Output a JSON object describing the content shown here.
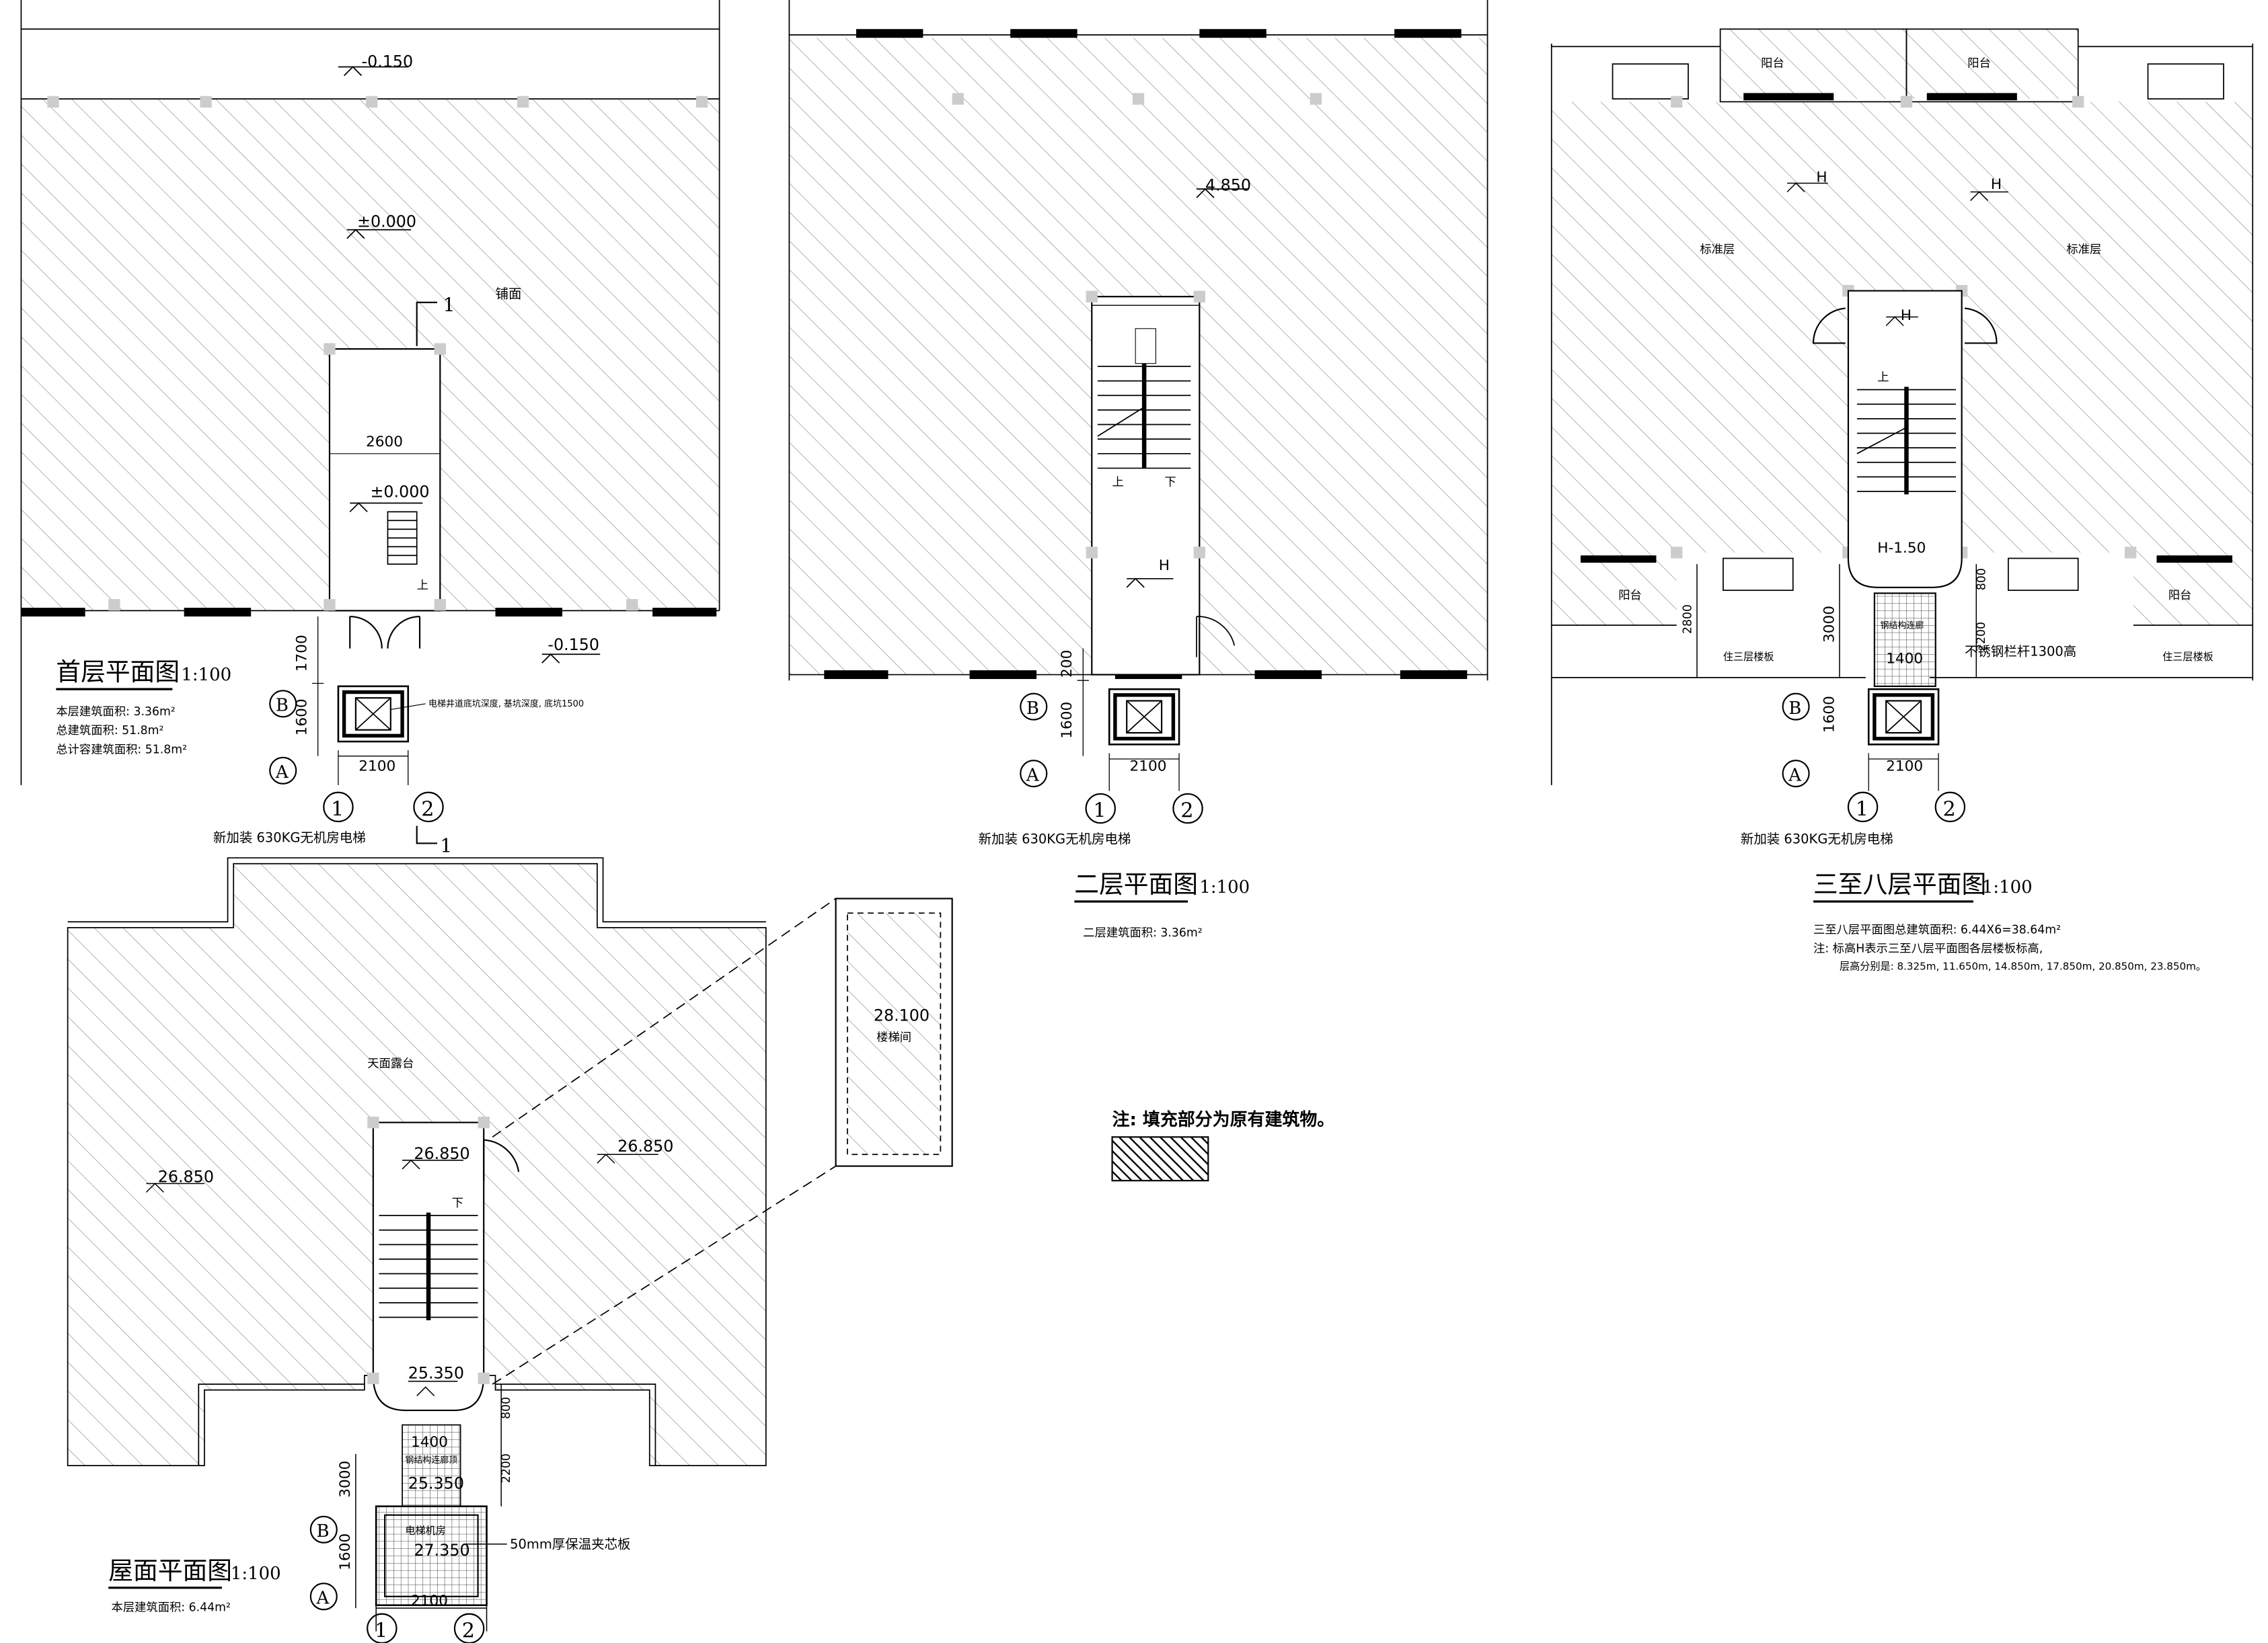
{
  "plans": {
    "p1": {
      "title": "首层平面图",
      "scale": "1:100",
      "notes": [
        "本层建筑面积: 3.36m²",
        "总建筑面积: 51.8m²",
        "总计容建筑面积: 51.8m²"
      ],
      "levels": {
        "ground": "±0.000",
        "outside": "-0.150",
        "outside2": "-0.150",
        "hall": "±0.000"
      },
      "room": "铺面",
      "dims": {
        "corridor": "2600",
        "d1700": "1700",
        "d1600": "1600",
        "d2100": "2100"
      },
      "pit_note": "电梯井道底坑深度, 基坑深度, 底坑1500",
      "stair_up": "上",
      "section_mark": "1",
      "elevator": "新加装 630KG无机房电梯",
      "axes": {
        "a": "A",
        "b": "B",
        "n1": "1",
        "n2": "2"
      }
    },
    "p2": {
      "title": "二层平面图",
      "scale": "1:100",
      "notes": [
        "二层建筑面积: 3.36m²"
      ],
      "levels": {
        "floor": "4.850",
        "landing": "H"
      },
      "stair": {
        "up": "上",
        "down": "下"
      },
      "dims": {
        "d200": "200",
        "d1600": "1600",
        "d2100": "2100"
      },
      "elevator": "新加装 630KG无机房电梯",
      "axes": {
        "a": "A",
        "b": "B",
        "n1": "1",
        "n2": "2"
      }
    },
    "p3": {
      "title": "三至八层平面图",
      "scale": "1:100",
      "notes": [
        "三至八层平面图总建筑面积: 6.44X6=38.64m²",
        "注: 标高H表示三至八层平面图各层楼板标高,",
        "层高分别是: 8.325m, 11.650m, 14.850m, 17.850m, 20.850m, 23.850m。"
      ],
      "labels": {
        "balcony": "阳台",
        "standard": "标准层",
        "h": "H",
        "h_landing": "H-1.50",
        "bridge": "钢结构连廊",
        "railing": "不锈钢栏杆1300高",
        "slab_left": "住三层楼板",
        "slab_right": "住三层楼板",
        "up": "上"
      },
      "dims": {
        "d2800": "2800",
        "d3000": "3000",
        "d800": "800",
        "d2200": "2200",
        "d1400": "1400",
        "d1600": "1600",
        "d2100": "2100"
      },
      "elevator": "新加装 630KG无机房电梯",
      "axes": {
        "a": "A",
        "b": "B",
        "n1": "1",
        "n2": "2"
      }
    },
    "p4": {
      "title": "屋面平面图",
      "scale": "1:100",
      "notes": [
        "本层建筑面积: 6.44m²"
      ],
      "levels": {
        "roof_left": "26.850",
        "roof_right": "26.850",
        "stair_top": "26.850",
        "landing": "25.350",
        "bridge": "25.350",
        "machine": "27.350",
        "detail": "28.100"
      },
      "labels": {
        "terrace": "天面露台",
        "down": "下",
        "bridge": "钢结构连廊顶",
        "machine_room": "电梯机房",
        "panel": "50mm厚保温夹芯板",
        "detail_room": "楼梯间"
      },
      "dims": {
        "d1400": "1400",
        "d3000": "3000",
        "d800": "800",
        "d2200": "2200",
        "d1600": "1600",
        "d2100": "2100"
      },
      "axes": {
        "a": "A",
        "b": "B",
        "n1": "1",
        "n2": "2"
      }
    }
  },
  "legend": {
    "note": "注: 填充部分为原有建筑物。"
  }
}
